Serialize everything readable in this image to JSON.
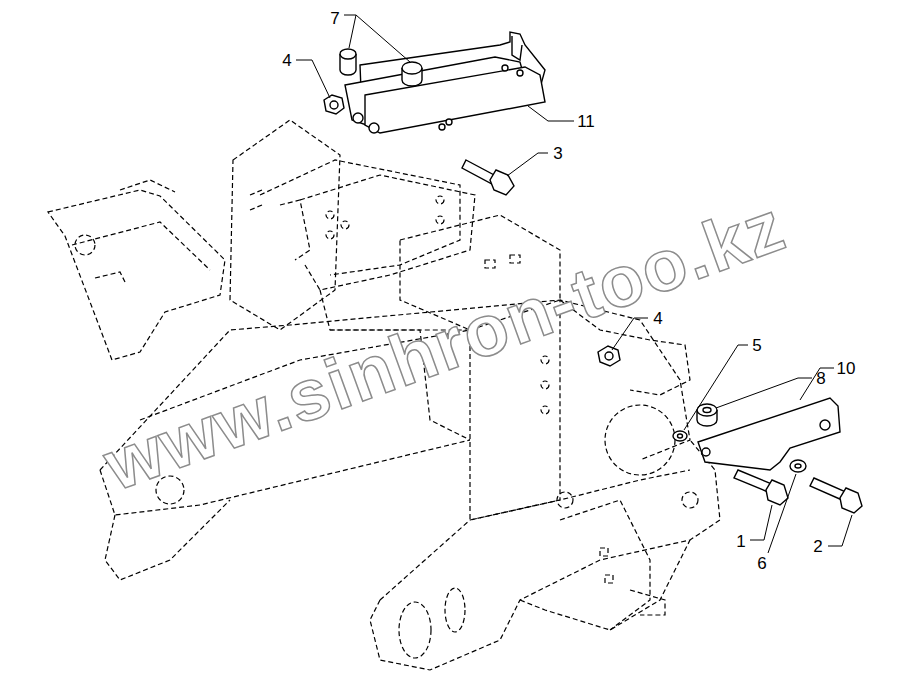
{
  "diagram": {
    "labels": [
      "7",
      "4",
      "11",
      "3",
      "4",
      "5",
      "8",
      "10",
      "1",
      "6",
      "2",
      "www.sinhron-too.kz"
    ]
  }
}
